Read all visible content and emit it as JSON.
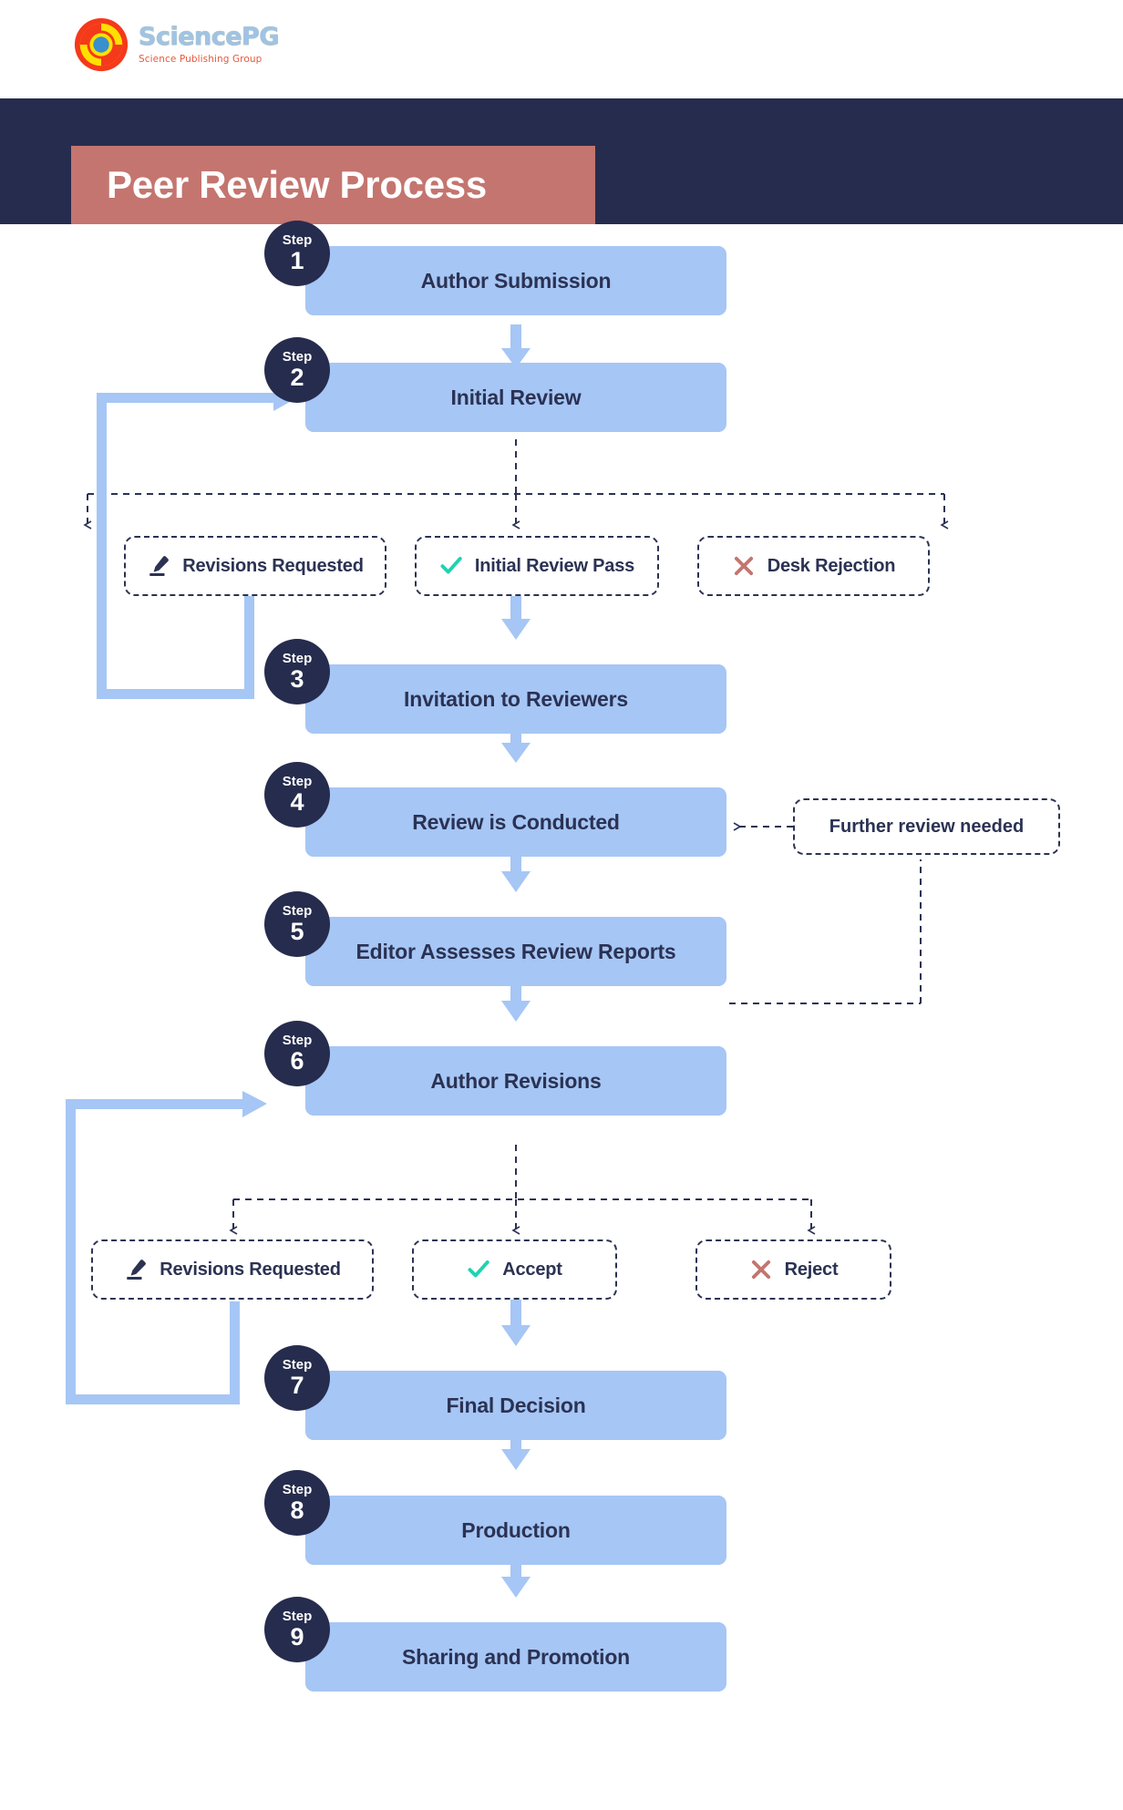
{
  "brand": {
    "logo_icon": "sciencepg-circle-logo",
    "name": "SciencePG",
    "tagline": "Science Publishing Group"
  },
  "header": {
    "title": "Peer Review Process"
  },
  "colors": {
    "navy": "#262c4d",
    "rose": "#c4756f",
    "step_blue": "#a6c6f5",
    "accept_teal": "#1fd3b0",
    "reject_red": "#c4756f",
    "text_dark": "#2b3253"
  },
  "flow": {
    "badge_word": "Step",
    "steps": [
      {
        "num": "1",
        "label": "Author Submission"
      },
      {
        "num": "2",
        "label": "Initial Review"
      },
      {
        "num": "3",
        "label": "Invitation to Reviewers"
      },
      {
        "num": "4",
        "label": "Review is Conducted"
      },
      {
        "num": "5",
        "label": "Editor Assesses Review Reports"
      },
      {
        "num": "6",
        "label": "Author Revisions"
      },
      {
        "num": "7",
        "label": "Final Decision"
      },
      {
        "num": "8",
        "label": "Production"
      },
      {
        "num": "9",
        "label": "Sharing and Promotion"
      }
    ],
    "branch_one": [
      {
        "icon": "pencil-icon",
        "label": "Revisions Requested"
      },
      {
        "icon": "check-icon",
        "label": "Initial Review Pass"
      },
      {
        "icon": "cross-icon",
        "label": "Desk Rejection"
      }
    ],
    "branch_two": [
      {
        "icon": "pencil-icon",
        "label": "Revisions Requested"
      },
      {
        "icon": "check-icon",
        "label": "Accept"
      },
      {
        "icon": "cross-icon",
        "label": "Reject"
      }
    ],
    "side_note": {
      "label": "Further review needed"
    }
  }
}
